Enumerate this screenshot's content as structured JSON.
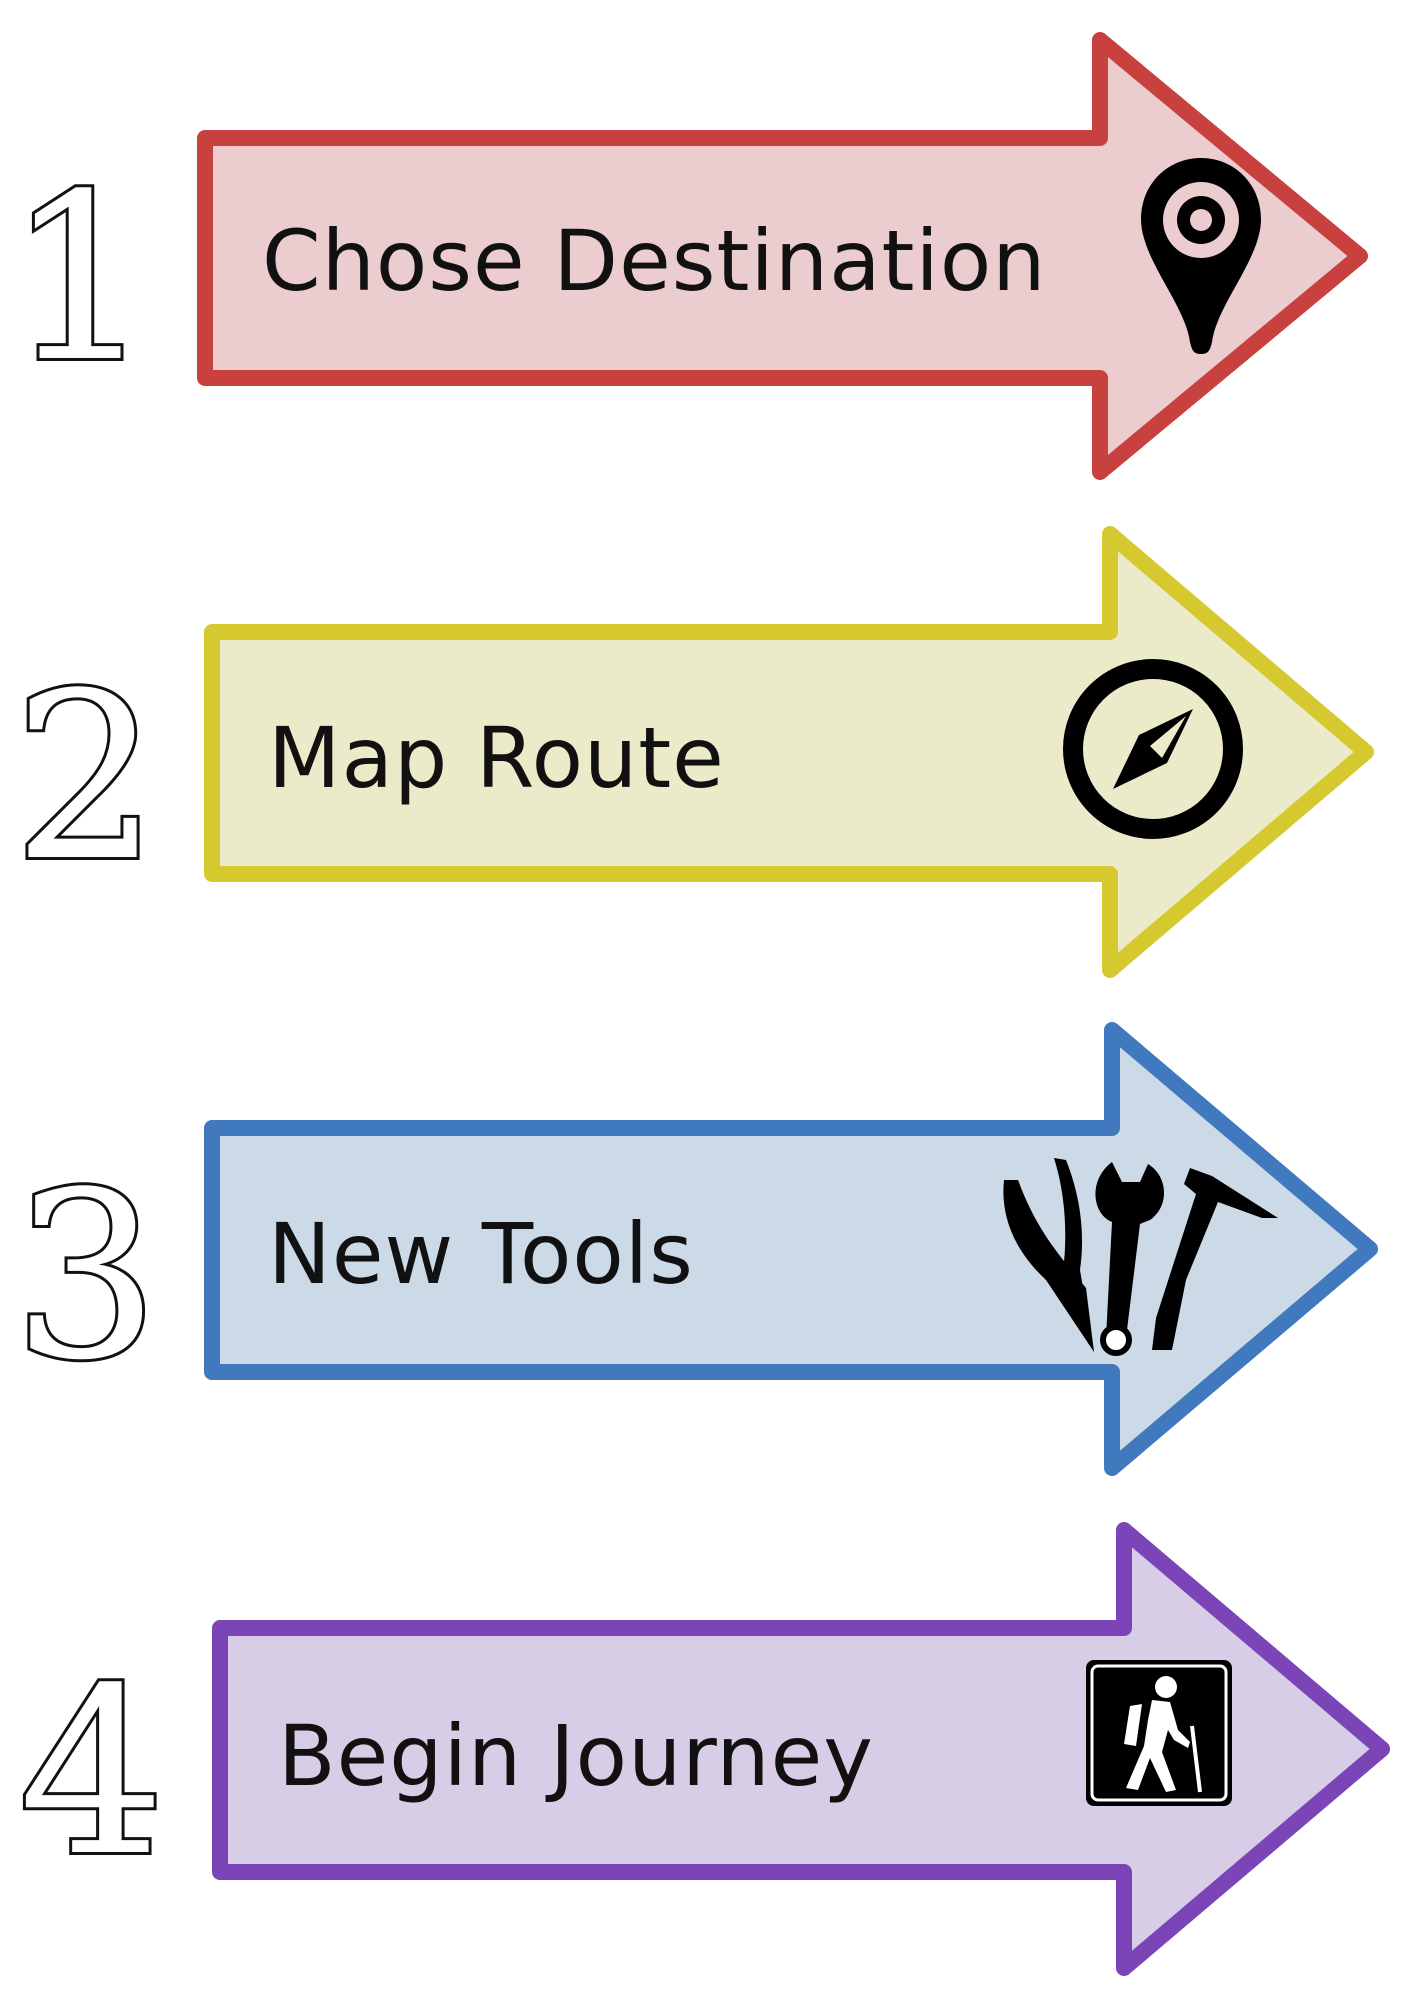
{
  "steps": [
    {
      "number": "1",
      "label": "Chose Destination",
      "icon": "map-pin-icon",
      "fill": "#ebcccf",
      "stroke": "#c9413f"
    },
    {
      "number": "2",
      "label": "Map Route",
      "icon": "compass-icon",
      "fill": "#ecebc9",
      "stroke": "#d6c82f"
    },
    {
      "number": "3",
      "label": "New Tools",
      "icon": "tools-icon",
      "fill": "#ccdae8",
      "stroke": "#4079bd"
    },
    {
      "number": "4",
      "label": "Begin Journey",
      "icon": "hiker-sign-icon",
      "fill": "#d8cde6",
      "stroke": "#7b45b8"
    }
  ]
}
